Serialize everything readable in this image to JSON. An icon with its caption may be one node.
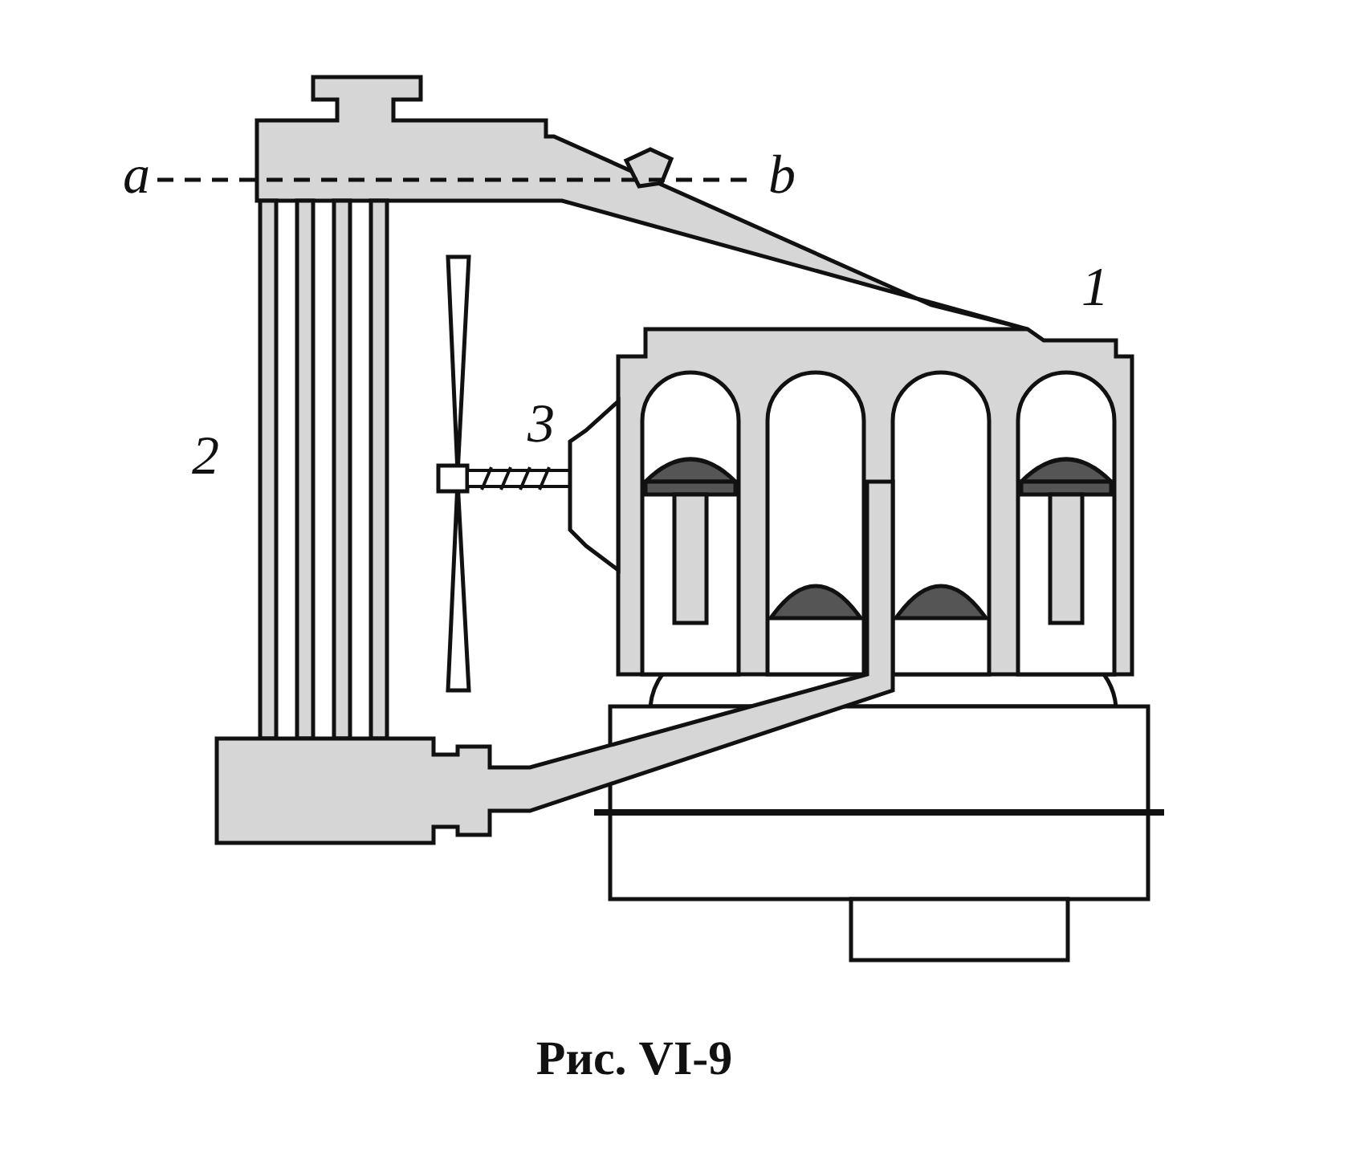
{
  "diagram": {
    "caption": "Рис. VI-9",
    "labels": [
      "a",
      "b",
      "1",
      "3",
      "2"
    ]
  }
}
